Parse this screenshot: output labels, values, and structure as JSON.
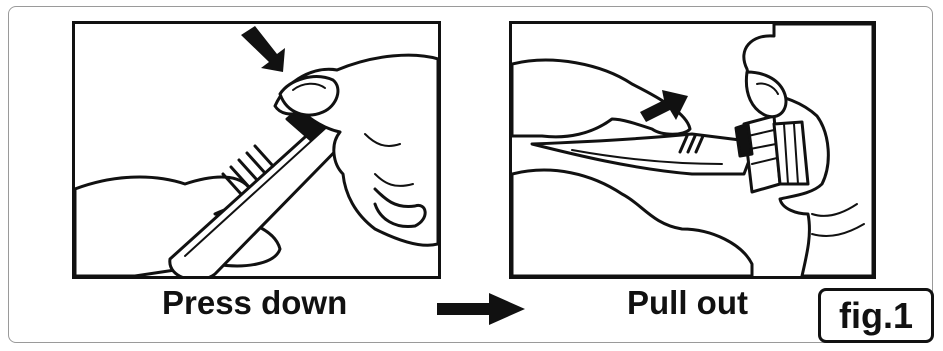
{
  "steps": [
    {
      "caption": "Press down",
      "illustration": "hand-pressing-pen-cap-icon"
    },
    {
      "caption": "Pull out",
      "illustration": "hand-pulling-pen-needle-icon"
    }
  ],
  "figure_label": "fig.1",
  "colors": {
    "ink": "#111111",
    "skin": "#ffffff",
    "frame": "#9a9a9a"
  }
}
